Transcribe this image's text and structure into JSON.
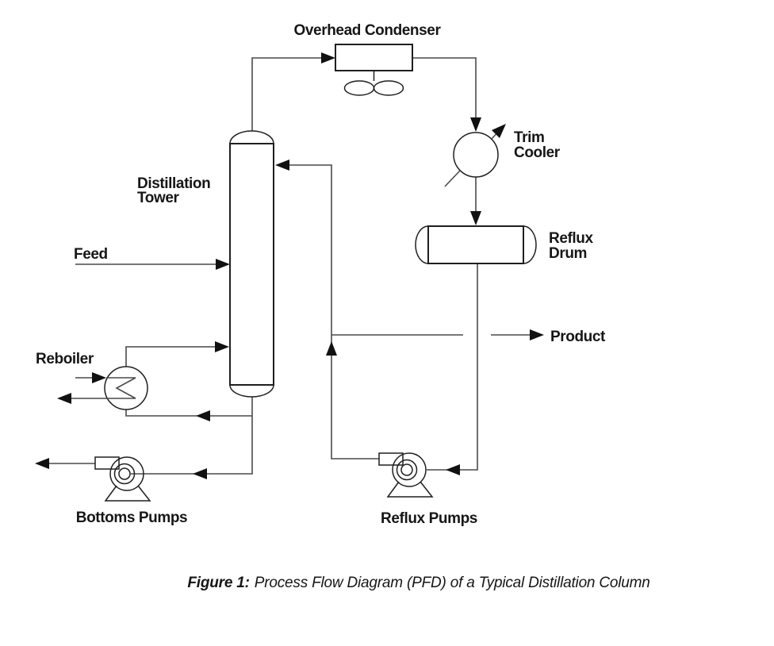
{
  "figure": {
    "caption_prefix": "Figure 1:",
    "caption_text": "Process Flow Diagram (PFD) of a Typical Distillation Column"
  },
  "diagram": {
    "labels": {
      "overhead_condenser": "Overhead Condenser",
      "distillation_tower": [
        "Distillation",
        "Tower"
      ],
      "feed": "Feed",
      "reboiler": "Reboiler",
      "trim_cooler": [
        "Trim",
        "Cooler"
      ],
      "reflux_drum": [
        "Reflux",
        "Drum"
      ],
      "product": "Product",
      "bottoms_pumps": "Bottoms Pumps",
      "reflux_pumps": "Reflux Pumps"
    },
    "colors": {
      "background": "#ffffff",
      "line": "#4a4a4a",
      "equipment_outline": "#1f1f1f",
      "arrow": "#111111",
      "text": "#161616"
    }
  }
}
